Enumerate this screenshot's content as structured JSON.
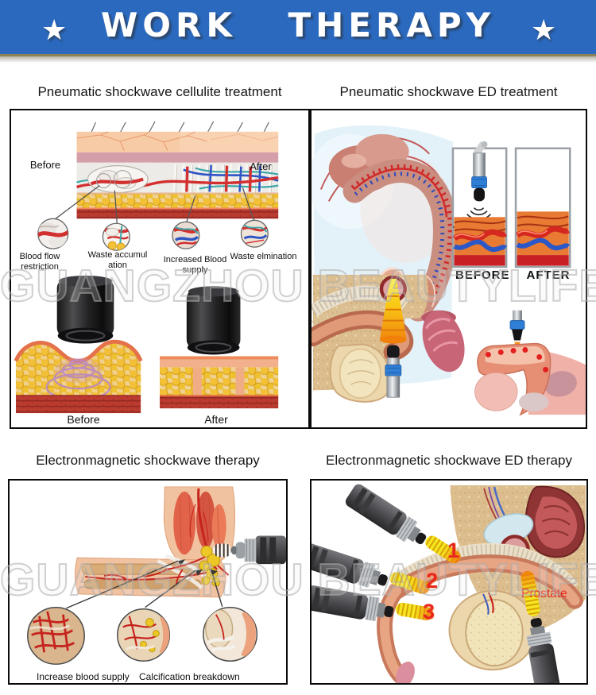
{
  "colors": {
    "header_bg": "#2a69be",
    "accent_red": "#e8281e",
    "panel_border": "#0a0a0a",
    "watermark_gray": "#acacac"
  },
  "header": {
    "title": "WORK THERAPY",
    "left_star": "★",
    "right_star": "★"
  },
  "watermark": {
    "row1": "GUANGZHOU BEAUTYLIFE",
    "row2": "GUANGZHOU BEAUTYLIFE"
  },
  "panels": {
    "cellulite": {
      "title": "Pneumatic shockwave  cellulite treatment",
      "skin_before_label": "Before",
      "skin_after_label": "After",
      "callouts": [
        "Blood flow restriction",
        "Waste accumul ation",
        "Increased Blood supply",
        "Waste elmination"
      ],
      "result_before_label": "Before",
      "result_after_label": "After"
    },
    "ed_treatment": {
      "title": "Pneumatic shockwave  ED treatment",
      "before_label": "BEFORE",
      "after_label": "AFTER"
    },
    "emagnetic": {
      "title": "Electronmagnetic shockwave therapy",
      "callouts": [
        "Increase blood supply",
        "Calcification breakdown"
      ]
    },
    "emagnetic_ed": {
      "title": "Electronmagnetic shockwave ED therapy",
      "point_labels": [
        "1",
        "2",
        "3"
      ],
      "prostate_label": "Prostate"
    }
  }
}
